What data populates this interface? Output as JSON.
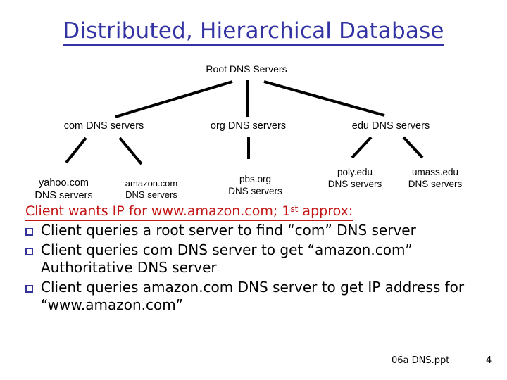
{
  "slide": {
    "title": "Distributed, Hierarchical Database",
    "title_color": "#3333a3",
    "background": "#ffffff"
  },
  "tree": {
    "root": "Root DNS Servers",
    "level1": [
      {
        "id": "com",
        "label": "com DNS servers"
      },
      {
        "id": "org",
        "label": "org DNS servers"
      },
      {
        "id": "edu",
        "label": "edu DNS servers"
      }
    ],
    "level2": [
      {
        "id": "yahoo",
        "line1": "yahoo.com",
        "line2": "DNS servers"
      },
      {
        "id": "amazon",
        "line1": "amazon.com",
        "line2": "DNS servers"
      },
      {
        "id": "pbs",
        "line1": "pbs.org",
        "line2": "DNS servers"
      },
      {
        "id": "poly",
        "line1": "poly.edu",
        "line2": "DNS servers"
      },
      {
        "id": "umass",
        "line1": "umass.edu",
        "line2": "DNS servers"
      }
    ],
    "line_color": "#000000"
  },
  "body": {
    "heading_pre": "Client wants IP for www.amazon.com; 1",
    "heading_sup": "st",
    "heading_post": " approx:",
    "heading_color": "#c21515",
    "bullet_color": "#333399",
    "bullets": [
      "Client queries a root server to find “com” DNS server",
      "Client queries com DNS server to get “amazon.com” Authoritative DNS server",
      "Client queries amazon.com DNS server to get  IP address for “www.amazon.com”"
    ]
  },
  "footer": {
    "file": "06a DNS.ppt",
    "page": "4"
  }
}
